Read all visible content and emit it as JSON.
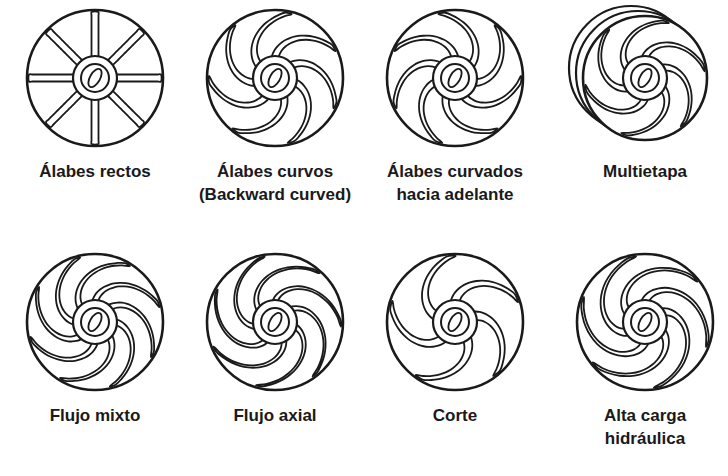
{
  "diagram": {
    "labels": [
      "Álabes rectos",
      "Álabes curvos (Backward curved)",
      "Álabes curvados hacia adelante",
      "Multietapa",
      "Flujo mixto",
      "Flujo axial",
      "Corte",
      "Alta carga hidráulica"
    ]
  }
}
